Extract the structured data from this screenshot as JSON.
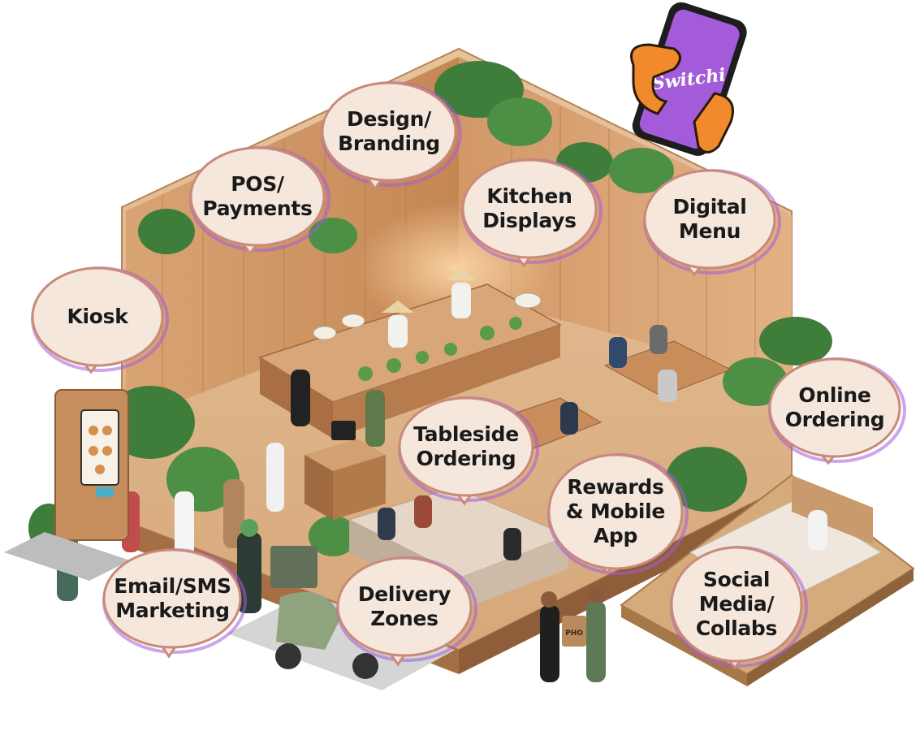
{
  "colors": {
    "bubble_fill": "#f5e7dc",
    "bubble_border": "#c98a7a",
    "bubble_glow": "#a45bd9",
    "phone_purple": "#a45bd9",
    "hand_orange": "#f08a2c",
    "wood": "#c98b5a",
    "wood_dark": "#8a5a36",
    "floor": "#e0b890",
    "plant": "#3f7d3a"
  },
  "phone": {
    "brand": "Switchi",
    "icon": "phone-in-hand-icon"
  },
  "bubbles": [
    {
      "id": "design-branding",
      "label": "Design/\nBranding"
    },
    {
      "id": "pos-payments",
      "label": "POS/\nPayments"
    },
    {
      "id": "kitchen-displays",
      "label": "Kitchen\nDisplays"
    },
    {
      "id": "digital-menu",
      "label": "Digital\nMenu"
    },
    {
      "id": "kiosk",
      "label": "Kiosk"
    },
    {
      "id": "online-ordering",
      "label": "Online\nOrdering"
    },
    {
      "id": "tableside-ordering",
      "label": "Tableside\nOrdering"
    },
    {
      "id": "rewards-mobile-app",
      "label": "Rewards\n& Mobile\nApp"
    },
    {
      "id": "email-sms-marketing",
      "label": "Email/SMS\nMarketing"
    },
    {
      "id": "delivery-zones",
      "label": "Delivery\nZones"
    },
    {
      "id": "social-media-collabs",
      "label": "Social\nMedia/\nCollabs"
    }
  ],
  "bag_label": "PHO"
}
